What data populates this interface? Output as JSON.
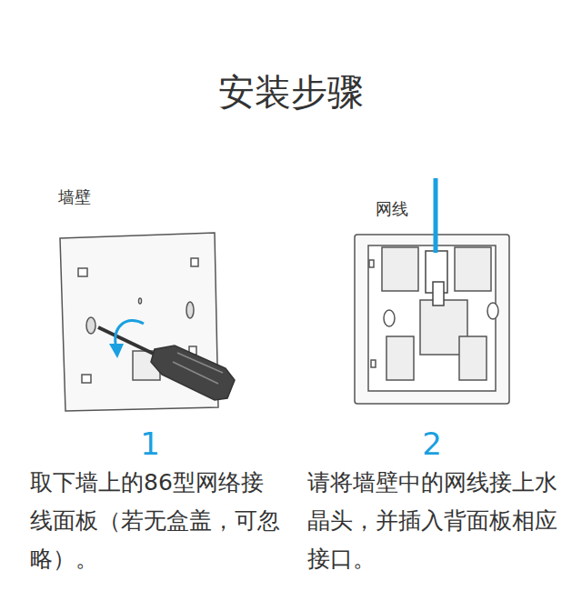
{
  "diagram": {
    "title": "安装步骤",
    "labels": [
      "墙壁",
      "网线",
      "1",
      "2",
      "取下墙上的86型网络接线面板（若无盒盖，可忽略）。",
      "请将墙壁中的网线接上水晶头，并插入背面板相应接口。"
    ]
  }
}
